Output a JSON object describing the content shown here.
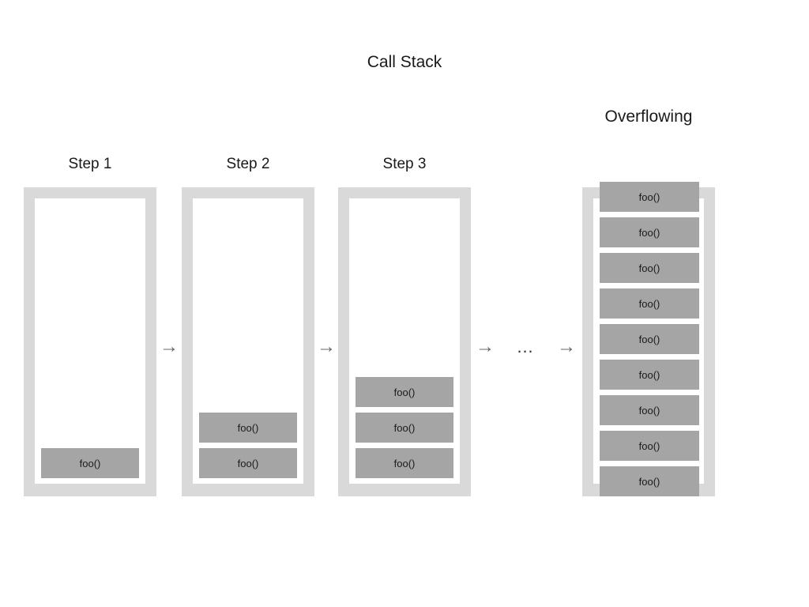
{
  "title": "Call Stack",
  "overflow_label": "Overflowing",
  "frame_label": "foo()",
  "ellipsis": "…",
  "arrow_glyph": "→",
  "colors": {
    "background": "#ffffff",
    "container_border": "#d9d9d9",
    "container_well": "#ffffff",
    "frame_fill": "#a5a5a5",
    "text": "#1a1a1a",
    "arrow": "#666666"
  },
  "columns": [
    {
      "id": "step-1",
      "label": "Step 1",
      "frame_count": 1,
      "overflowing": false,
      "frames": [
        "foo()"
      ]
    },
    {
      "id": "step-2",
      "label": "Step 2",
      "frame_count": 2,
      "overflowing": false,
      "frames": [
        "foo()",
        "foo()"
      ]
    },
    {
      "id": "step-3",
      "label": "Step 3",
      "frame_count": 3,
      "overflowing": false,
      "frames": [
        "foo()",
        "foo()",
        "foo()"
      ]
    },
    {
      "id": "overflowing",
      "label": "Overflowing",
      "frame_count": 9,
      "overflowing": true,
      "frames": [
        "foo()",
        "foo()",
        "foo()",
        "foo()",
        "foo()",
        "foo()",
        "foo()",
        "foo()",
        "foo()"
      ]
    }
  ],
  "connectors": [
    {
      "id": "arrow-1",
      "glyph": "→"
    },
    {
      "id": "arrow-2",
      "glyph": "→"
    },
    {
      "id": "arrow-3",
      "glyph": "→"
    },
    {
      "id": "ellipsis",
      "glyph": "…"
    },
    {
      "id": "arrow-4",
      "glyph": "→"
    }
  ]
}
